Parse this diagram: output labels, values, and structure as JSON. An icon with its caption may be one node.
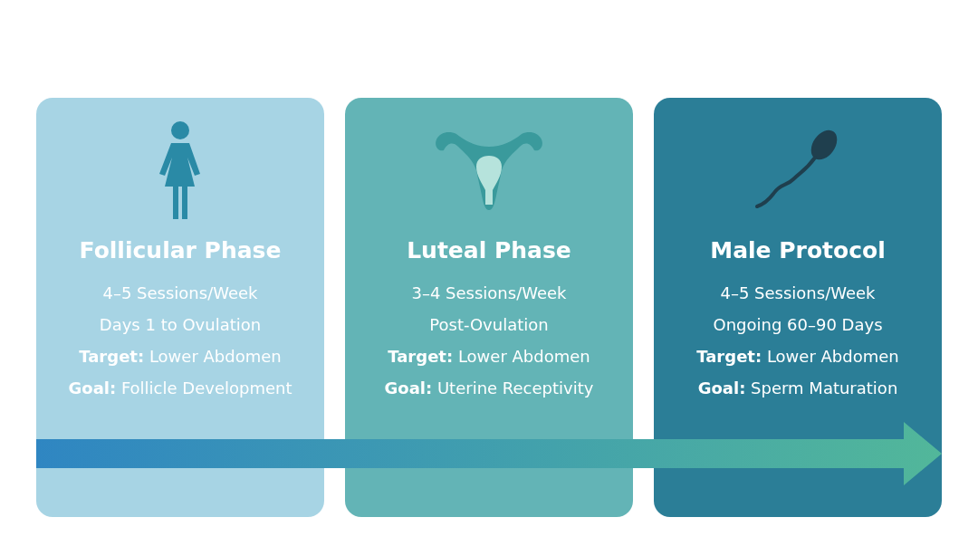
{
  "diagram": {
    "nodes": [
      {
        "text": [
          "Follicular Phase",
          "4–5 Sessions/Week",
          "Days 1 to Ovulation",
          "**Target:** Lower Abdomen",
          "**Goal:** Follicle Development"
        ]
      },
      {
        "text": [
          "Luteal Phase",
          "3–4 Sessions/Week",
          "Post-Ovulation",
          "**Target:** Lower Abdomen",
          "**Goal:** Uterine Receptivity"
        ]
      },
      {
        "text": [
          "Male Protocol",
          "4–5 Sessions/Week",
          "Ongoing 60–90 Days",
          "**Target:** Lower Abdomen",
          "**Goal:** Sperm Maturation"
        ]
      }
    ]
  }
}
